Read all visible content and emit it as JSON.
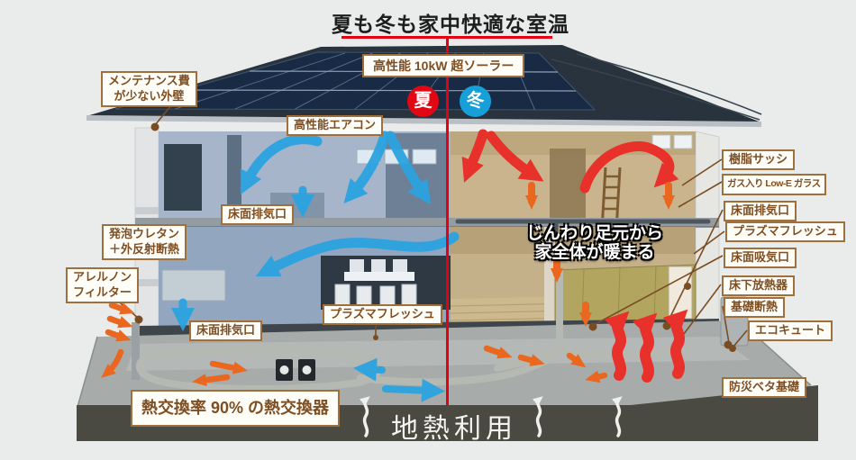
{
  "header": {
    "title": "夏も冬も家中快適な室温"
  },
  "badges": {
    "summer": "夏",
    "winter": "冬"
  },
  "labels": {
    "maintenance_1": "メンテナンス費",
    "maintenance_2": "が少ない外壁",
    "solar": "高性能 10kW 超ソーラー",
    "aircon": "高性能エアコン",
    "floor_vent_2f": "床面排気口",
    "urethane_1": "発泡ウレタン",
    "urethane_2": "＋外反射断熱",
    "allernon_1": "アレルノン",
    "allernon_2": "フィルター",
    "floor_vent_1f": "床面排気口",
    "plasma_center": "プラズマフレッシュ",
    "heat_exchanger": "熱交換率 90% の熱交換器",
    "resin_sash": "樹脂サッシ",
    "lowe_glass": "ガス入り Low-E ガラス",
    "floor_vent_right": "床面排気口",
    "plasma_right": "プラズマフレッシュ",
    "floor_intake_right": "床面吸気口",
    "underfloor_radiator": "床下放熱器",
    "foundation_insulation": "基礎断熱",
    "ecocute": "エコキュート",
    "disaster_foundation": "防災ベタ基礎"
  },
  "callouts": {
    "warm_1": "じんわり足元から",
    "warm_2": "家全体が暖まる",
    "geothermal": "地熱利用"
  },
  "colors": {
    "accent_red_line": "#e50012",
    "summer_badge": "#e30613",
    "winter_badge": "#169fd9",
    "cool_arrow": "#2ba3e0",
    "warm_arrow": "#e8312a",
    "fresh_arrow": "#ea671f",
    "label_border": "#a0703c",
    "label_text": "#7d4f23",
    "ground_soil": "#4a4a42",
    "solar_panel": "#182a44"
  }
}
